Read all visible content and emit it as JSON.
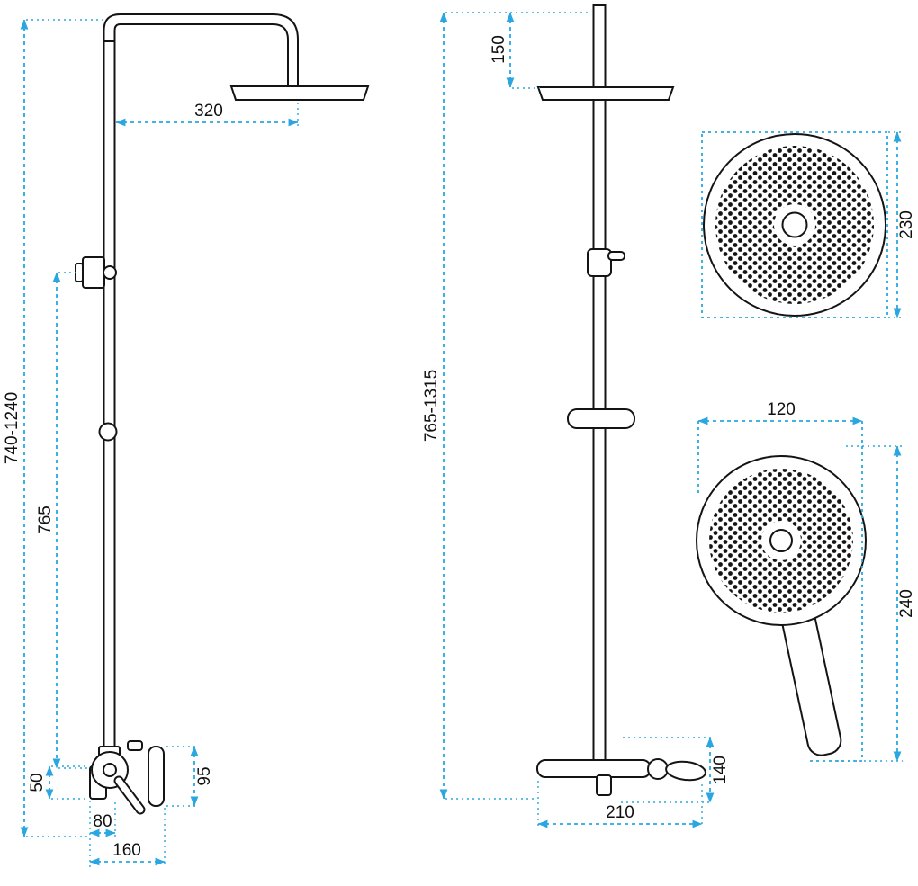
{
  "colors": {
    "dimension_blue": "#2AA7E0",
    "drawing_ink": "#141414",
    "background": "#FFFFFF"
  },
  "side_view": {
    "arm_width": "320",
    "total_height": "740-1240",
    "column_height": "765",
    "spout_height": "50",
    "escutcheon_height": "95",
    "spout_reach": "80",
    "mixer_depth": "160"
  },
  "front_view": {
    "top_section": "150",
    "total_height": "765-1315",
    "mixer_height": "140",
    "mixer_width": "210"
  },
  "overhead_shower": {
    "diameter": "230"
  },
  "hand_shower": {
    "width": "120",
    "length": "240"
  }
}
